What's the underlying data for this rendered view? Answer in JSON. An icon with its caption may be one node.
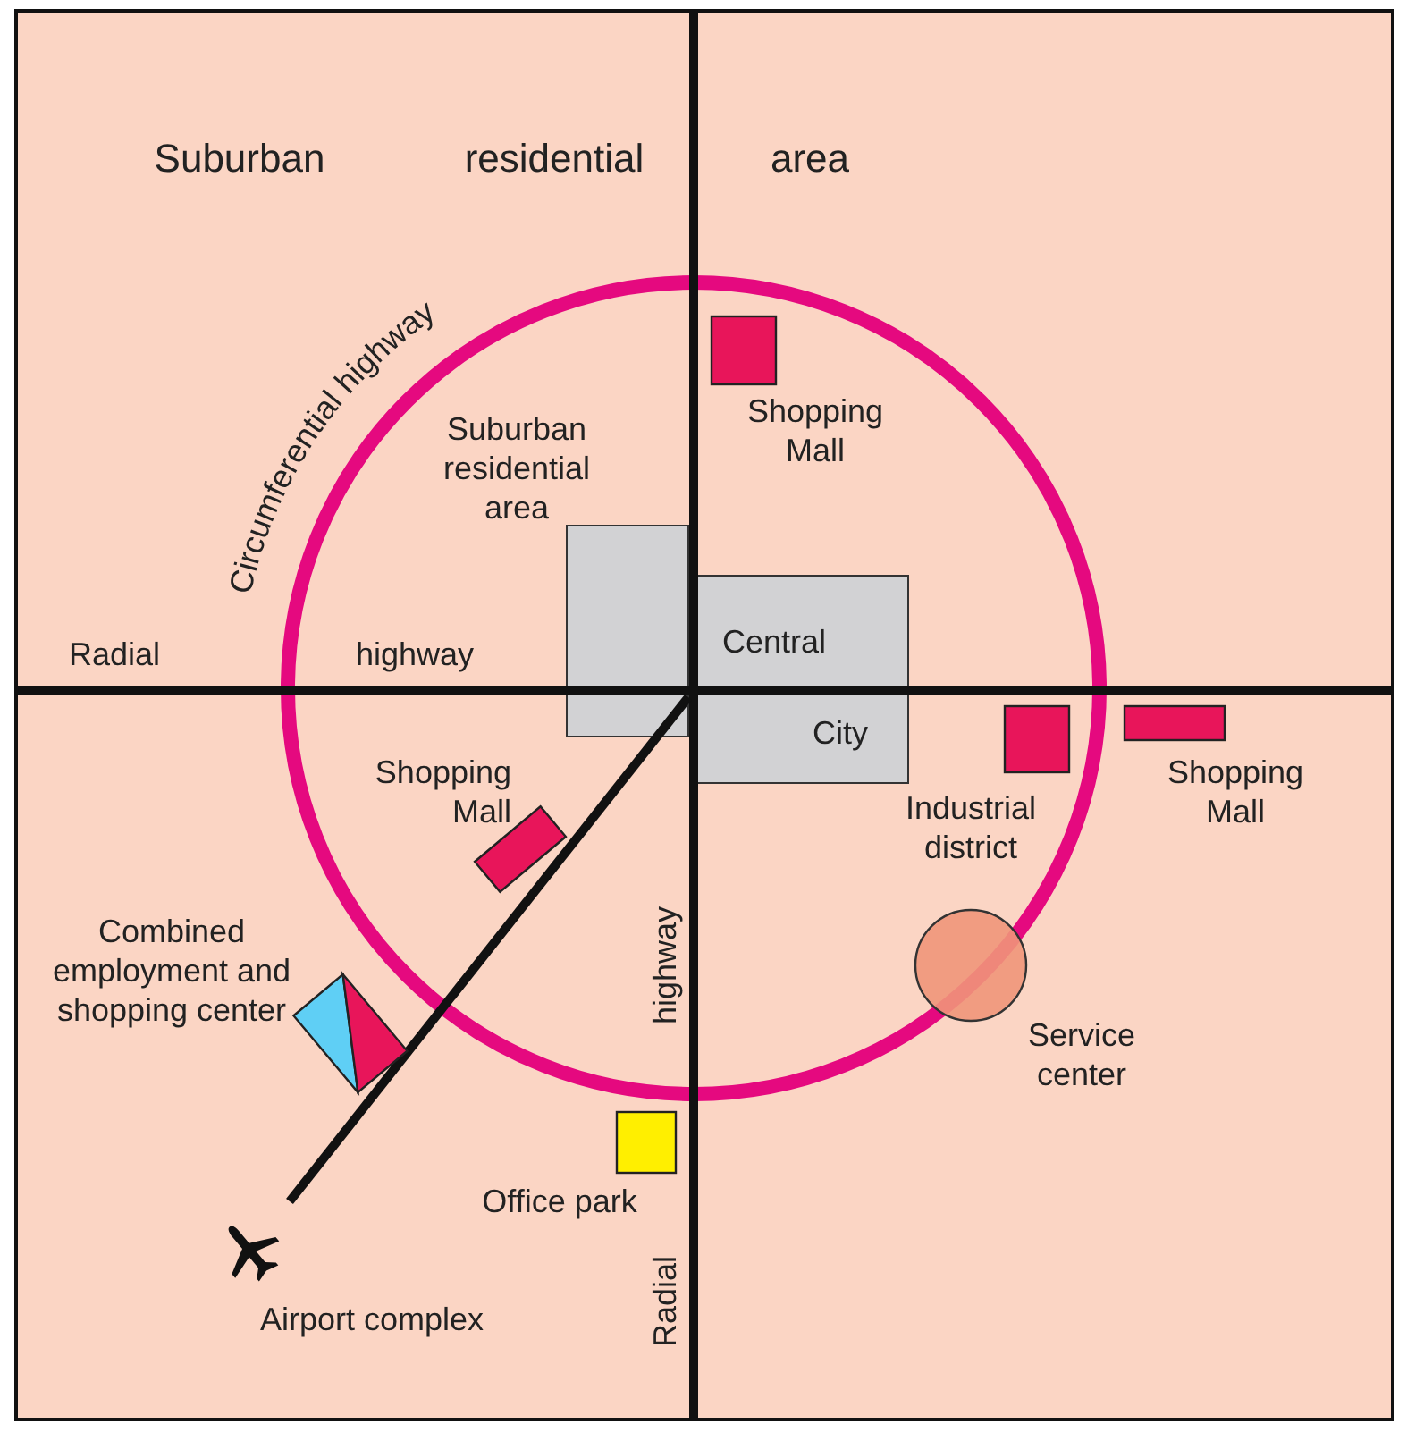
{
  "diagram": {
    "labels": [
      "Suburban",
      "residential",
      "area",
      "Circumferential highway",
      "Shopping Mall",
      "Suburban residential area",
      "Radial",
      "highway",
      "Central",
      "City",
      "Shopping Mall",
      "Industrial district",
      "Shopping Mall",
      "Combined employment and shopping center",
      "highway",
      "Service center",
      "Office park",
      "Airport complex",
      "Radial"
    ]
  }
}
